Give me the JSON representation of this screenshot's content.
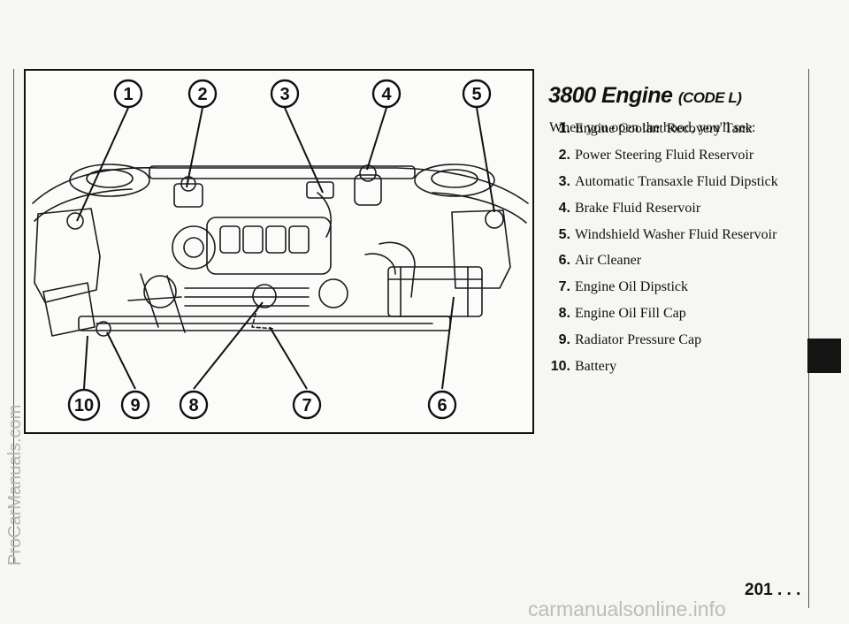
{
  "heading": {
    "main": "3800 Engine",
    "code": "(CODE L)"
  },
  "intro": "When you open the hood, you'll see:",
  "parts": [
    {
      "num": "1.",
      "label": "Engine Coolant Recovery Tank"
    },
    {
      "num": "2.",
      "label": "Power Steering Fluid Reservoir"
    },
    {
      "num": "3.",
      "label": "Automatic Transaxle Fluid Dipstick"
    },
    {
      "num": "4.",
      "label": "Brake Fluid Reservoir"
    },
    {
      "num": "5.",
      "label": "Windshield Washer Fluid Reservoir"
    },
    {
      "num": "6.",
      "label": "Air Cleaner"
    },
    {
      "num": "7.",
      "label": "Engine Oil Dipstick"
    },
    {
      "num": "8.",
      "label": "Engine Oil Fill Cap"
    },
    {
      "num": "9.",
      "label": "Radiator Pressure Cap"
    },
    {
      "num": "10.",
      "label": "Battery"
    }
  ],
  "callouts": [
    "1",
    "2",
    "3",
    "4",
    "5",
    "6",
    "7",
    "8",
    "9",
    "10"
  ],
  "page_number": "201 . . .",
  "watermarks": {
    "side": "ProCarManuals.com",
    "footer": "carmanualsonline.info"
  }
}
